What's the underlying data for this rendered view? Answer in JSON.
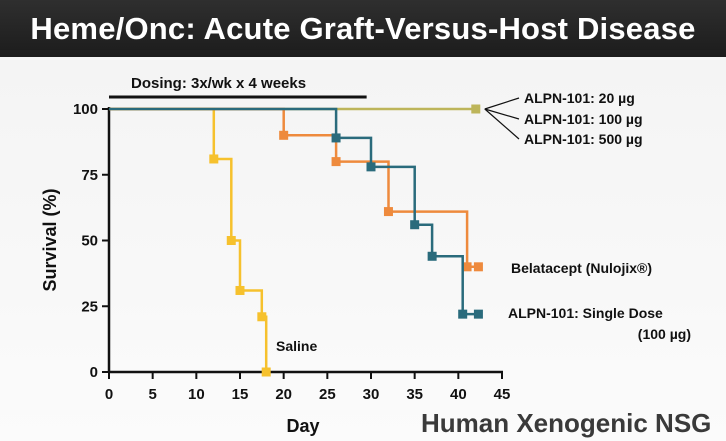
{
  "header": {
    "title": "Heme/Onc: Acute Graft-Versus-Host Disease"
  },
  "footer": {
    "label": "Human Xenogenic NSG"
  },
  "chart_data": {
    "type": "line",
    "step": true,
    "xlabel": "Day",
    "ylabel": "Survival (%)",
    "xlim": [
      0,
      45
    ],
    "ylim": [
      0,
      100
    ],
    "x_ticks": [
      0,
      5,
      10,
      15,
      20,
      25,
      30,
      35,
      40,
      45
    ],
    "y_ticks": [
      0,
      25,
      50,
      75,
      100
    ],
    "annotation": {
      "text": "Dosing: 3x/wk x 4 weeks",
      "x_range": [
        0,
        29.5
      ]
    },
    "colors": {
      "alpn_multi": "#bdb55a",
      "saline": "#f6c12d",
      "belatacept": "#ee8a3d",
      "alpn_single": "#2a6b7c"
    },
    "series": [
      {
        "key": "alpn_multi",
        "labels": [
          "ALPN-101: 20 µg",
          "ALPN-101: 100 µg",
          "ALPN-101: 500 µg"
        ],
        "steps": [
          [
            0,
            100
          ],
          [
            42,
            100
          ]
        ],
        "markers": [
          [
            42,
            100
          ]
        ]
      },
      {
        "key": "saline",
        "labels": [
          "Saline"
        ],
        "steps": [
          [
            0,
            100
          ],
          [
            12,
            100
          ],
          [
            12,
            81
          ],
          [
            14,
            81
          ],
          [
            14,
            50
          ],
          [
            15,
            50
          ],
          [
            15,
            31
          ],
          [
            17.5,
            31
          ],
          [
            17.5,
            21
          ],
          [
            18,
            21
          ],
          [
            18,
            0
          ]
        ],
        "markers": [
          [
            12,
            81
          ],
          [
            14,
            50
          ],
          [
            15,
            31
          ],
          [
            17.5,
            21
          ],
          [
            18,
            0
          ]
        ]
      },
      {
        "key": "belatacept",
        "labels": [
          "Belatacept (Nulojix®)"
        ],
        "steps": [
          [
            0,
            100
          ],
          [
            20,
            100
          ],
          [
            20,
            90
          ],
          [
            26,
            90
          ],
          [
            26,
            80
          ],
          [
            32,
            80
          ],
          [
            32,
            61
          ],
          [
            41,
            61
          ],
          [
            41,
            40
          ],
          [
            42.3,
            40
          ]
        ],
        "markers": [
          [
            20,
            90
          ],
          [
            26,
            80
          ],
          [
            32,
            61
          ],
          [
            41,
            40
          ],
          [
            42.3,
            40
          ]
        ]
      },
      {
        "key": "alpn_single",
        "labels": [
          "ALPN-101: Single Dose",
          "(100 µg)"
        ],
        "steps": [
          [
            0,
            100
          ],
          [
            26,
            100
          ],
          [
            26,
            89
          ],
          [
            30,
            89
          ],
          [
            30,
            78
          ],
          [
            35,
            78
          ],
          [
            35,
            56
          ],
          [
            37,
            56
          ],
          [
            37,
            44
          ],
          [
            40.5,
            44
          ],
          [
            40.5,
            22
          ],
          [
            42.3,
            22
          ]
        ],
        "markers": [
          [
            26,
            89
          ],
          [
            30,
            78
          ],
          [
            35,
            56
          ],
          [
            37,
            44
          ],
          [
            40.5,
            22
          ],
          [
            42.3,
            22
          ]
        ]
      }
    ]
  }
}
